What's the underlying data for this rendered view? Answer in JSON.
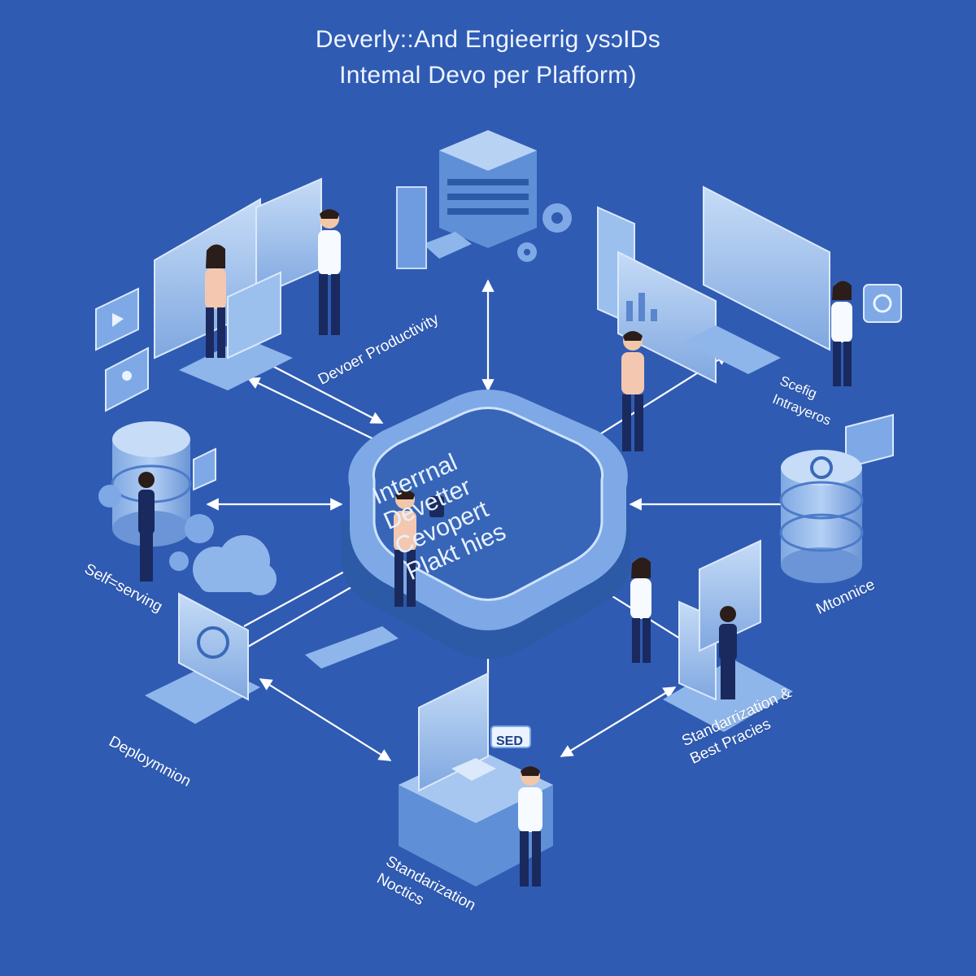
{
  "title": {
    "line1": "Deverly::And Engieerrig ysↄIDs",
    "line2": "Intemal Devo per Plafform)"
  },
  "hub": {
    "text": "Interrnal\nDevetter\nCevopert\nPlakt hies"
  },
  "labels": {
    "developer_productivity": "Devoer Productivity",
    "scaling_integrations": "Scefig\nIntrayeros",
    "self_serving": "Self=serving",
    "monitoring": "Mtonnice",
    "deployment": "Deploymnion",
    "standardization_best_practices": "Standarrization &\nBest Pracies",
    "standardization_notices": "Standarization\nNoctics"
  },
  "badge": {
    "text": "SED"
  },
  "colors": {
    "background": "#2f5bb3",
    "platform_light": "#8fb6ea",
    "platform_mid": "#5f8fd6",
    "platform_dark": "#2d5aa6",
    "screen": "#b7d2f3",
    "arrow": "#ffffff",
    "person_shirt": "#f7fbff",
    "person_pants": "#1a2a5e",
    "skin": "#f2c7a7",
    "hair": "#2a1d1a"
  },
  "icons": [
    "gear-icon",
    "database-icon",
    "cloud-icon",
    "monitor-icon",
    "chat-icon",
    "video-icon",
    "user-icon",
    "camera-icon",
    "chart-icon",
    "keyboard-icon"
  ]
}
